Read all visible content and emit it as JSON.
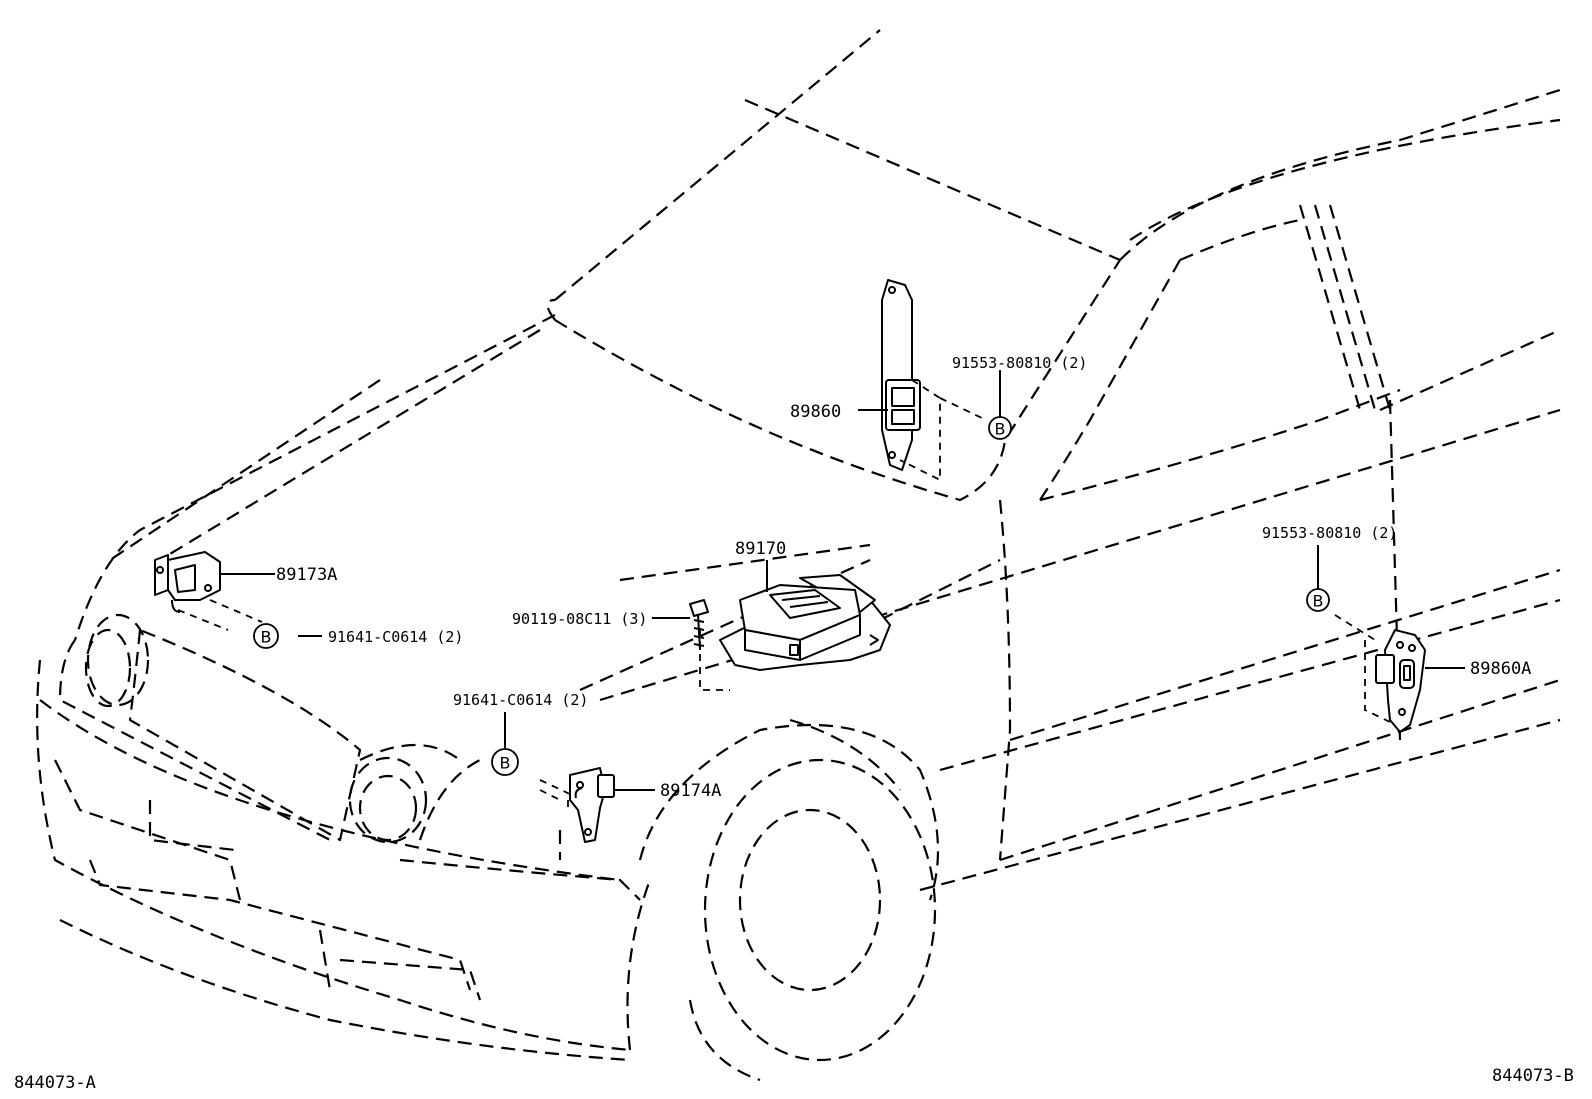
{
  "parts": {
    "sensor_center_right": "89860",
    "sensor_center_right_bolt": "91553-80810 (2)",
    "sensor_front_left": "89173A",
    "sensor_front_left_bolt": "91641-C0614 (2)",
    "airbag_ecu": "89170",
    "airbag_ecu_bolt": "90119-08C11 (3)",
    "sensor_front_right_bolt": "91641-C0614 (2)",
    "sensor_front_right": "89174A",
    "sensor_side_rear": "89860A",
    "sensor_side_rear_bolt": "91553-80810 (2)"
  },
  "callout_marker": "B",
  "illustration_ids": {
    "left": "844073-A",
    "right": "844073-B"
  }
}
